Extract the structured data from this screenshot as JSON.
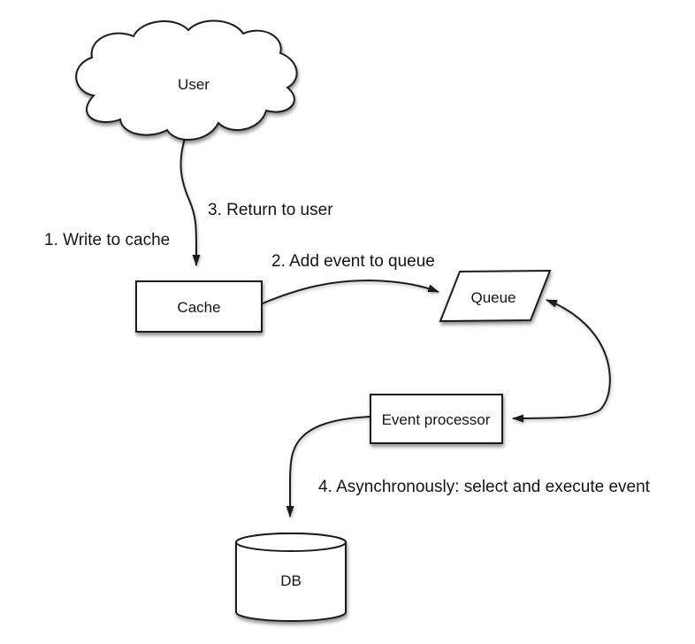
{
  "canvas": {
    "background": "#ffffff",
    "stroke_color": "#1c1c1c",
    "shape_fill": "#ffffff",
    "text_color": "#141414"
  },
  "nodes": {
    "user": {
      "label": "User",
      "shape": "cloud"
    },
    "cache": {
      "label": "Cache",
      "shape": "rectangle"
    },
    "queue": {
      "label": "Queue",
      "shape": "parallelogram"
    },
    "event_processor": {
      "label": "Event processor",
      "shape": "rectangle"
    },
    "db": {
      "label": "DB",
      "shape": "cylinder"
    }
  },
  "edges": [
    {
      "from": "user",
      "to": "cache",
      "arrowheads": "end",
      "style": "curved"
    },
    {
      "from": "cache",
      "to": "queue",
      "arrowheads": "end",
      "style": "curved"
    },
    {
      "from": "queue",
      "to": "event_processor",
      "arrowheads": "both",
      "style": "curved"
    },
    {
      "from": "event_processor",
      "to": "db",
      "arrowheads": "end",
      "style": "curved"
    }
  ],
  "edge_labels": {
    "step1": "1. Write to cache",
    "step2": "2. Add event to queue",
    "step3": "3. Return to user",
    "step4": "4. Asynchronously: select and execute event"
  }
}
